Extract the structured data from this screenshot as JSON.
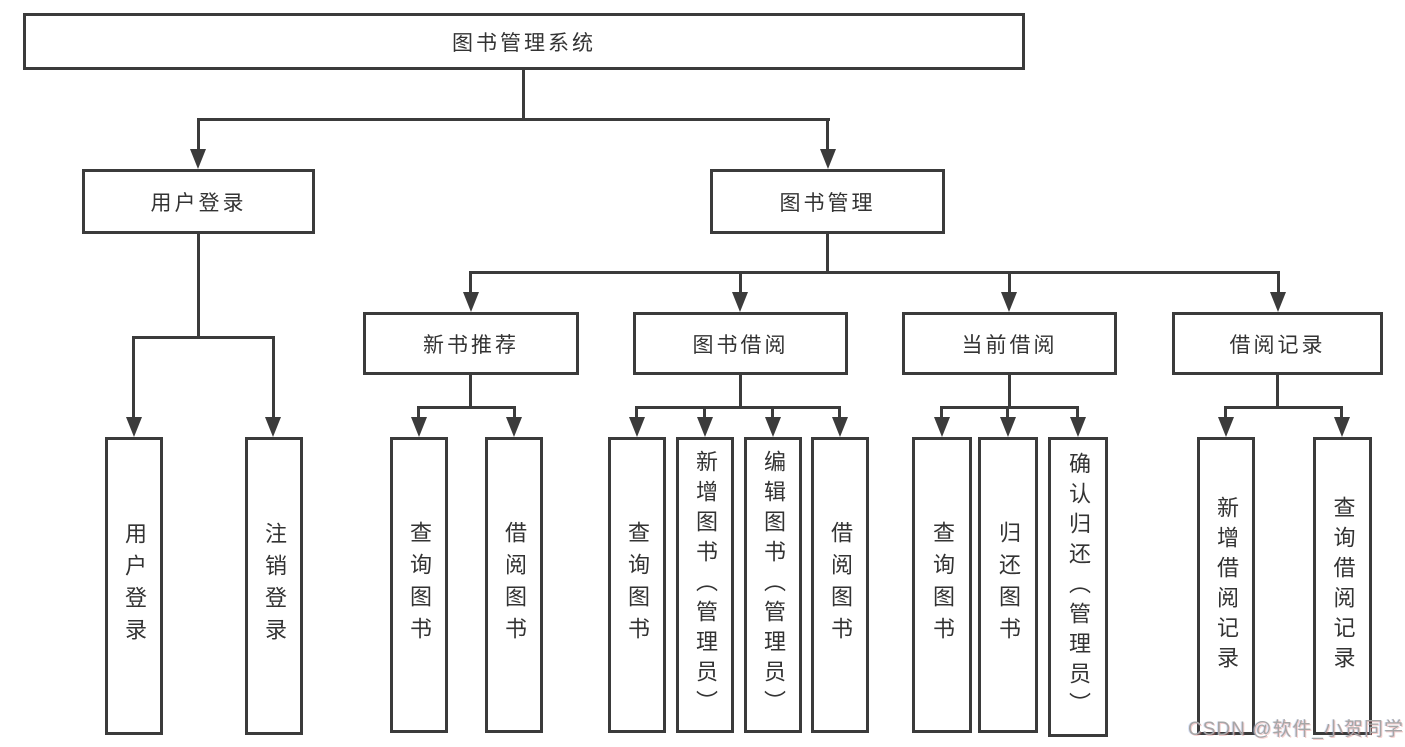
{
  "colors": {
    "line": "#3b3b3b",
    "text": "#333333",
    "background": "#ffffff",
    "watermark": "#a6a6a6"
  },
  "tree": {
    "label": "图书管理系统",
    "children": [
      {
        "label": "用户登录",
        "children": [
          {
            "label": "用户登录"
          },
          {
            "label": "注销登录"
          }
        ]
      },
      {
        "label": "图书管理",
        "children": [
          {
            "label": "新书推荐",
            "children": [
              {
                "label": "查询图书"
              },
              {
                "label": "借阅图书"
              }
            ]
          },
          {
            "label": "图书借阅",
            "children": [
              {
                "label": "查询图书"
              },
              {
                "label": "新增图书（管理员）"
              },
              {
                "label": "编辑图书（管理员）"
              },
              {
                "label": "借阅图书"
              }
            ]
          },
          {
            "label": "当前借阅",
            "children": [
              {
                "label": "查询图书"
              },
              {
                "label": "归还图书"
              },
              {
                "label": "确认归还（管理员）"
              }
            ]
          },
          {
            "label": "借阅记录",
            "children": [
              {
                "label": "新增借阅记录"
              },
              {
                "label": "查询借阅记录"
              }
            ]
          }
        ]
      }
    ]
  },
  "watermark": {
    "text": "CSDN @软件_小贺同学"
  }
}
